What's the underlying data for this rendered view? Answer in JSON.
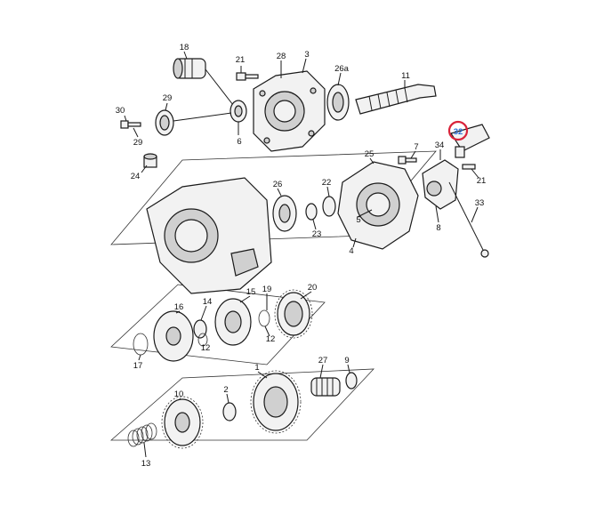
{
  "diagram": {
    "labels": {
      "p18": "18",
      "p21a": "21",
      "p28": "28",
      "p3": "3",
      "p26a": "26a",
      "p11": "11",
      "p29a": "29",
      "p30": "30",
      "p29b": "29",
      "p6": "6",
      "p7": "7",
      "p25": "25",
      "p32": "32",
      "p34": "34",
      "p21b": "21",
      "p33": "33",
      "p24": "24",
      "p26": "26",
      "p22": "22",
      "p5": "5",
      "p8": "8",
      "p23": "23",
      "p4": "4",
      "p15": "15",
      "p16": "16",
      "p14": "14",
      "p19": "19",
      "p20": "20",
      "p12a": "12",
      "p12b": "12",
      "p17": "17",
      "p1": "1",
      "p27": "27",
      "p9": "9",
      "p10": "10",
      "p2": "2",
      "p13": "13"
    },
    "highlight_color": "#d9233a",
    "highlighted_part": "32"
  }
}
